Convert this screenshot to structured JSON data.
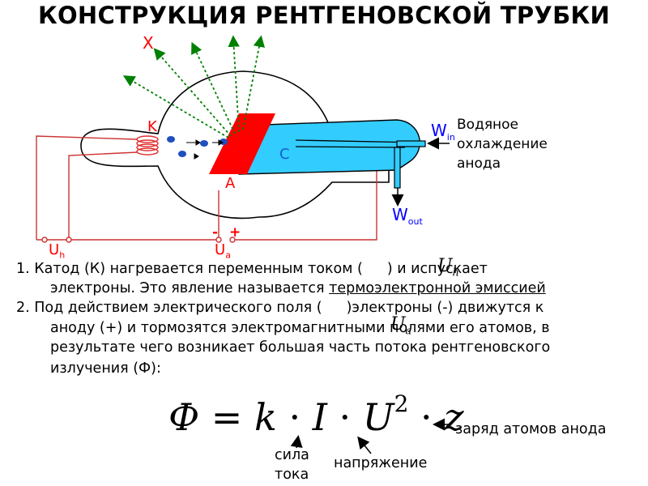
{
  "title": "КОНСТРУКЦИЯ РЕНТГЕНОВСКОЙ ТРУБКИ",
  "diagram": {
    "label_x": "X",
    "label_k": "K",
    "label_a": "A",
    "label_c": "C",
    "label_w_in": "W",
    "label_w_in_sub": "in",
    "label_w_out": "W",
    "label_w_out_sub": "out",
    "label_uh": "U",
    "label_uh_sub": "h",
    "label_ua": "U",
    "label_ua_sub": "a",
    "label_minus": "-",
    "label_plus": "+",
    "cooling_label_line1": "Водяное",
    "cooling_label_line2": "охлаждение",
    "cooling_label_line3": "анода",
    "colors": {
      "anode": "#ff0000",
      "cooling_body": "#33ccff",
      "ray": "#008000",
      "wire": "#cc3333",
      "labels": "#ff0000",
      "w_labels": "#0000ff",
      "electrons": "#1f4fbf"
    }
  },
  "text": {
    "p1_line1_a": "1. Катод (К) нагревается переменным током (",
    "p1_var": "U",
    "p1_var_sub": "h",
    "p1_line1_b": ") и испускает",
    "p1_line2_a": "электроны. Это явление называется ",
    "p1_line2_u": "термоэлектронной эмиссией",
    "p2_line1_a": "2. Под действием электрического поля (",
    "p2_var": "U",
    "p2_var_sub": "a",
    "p2_line1_b": ")электроны (-) движутся к",
    "p2_line2": "аноду (+) и тормозятся электромагнитными полями его атомов, в",
    "p2_line3": "результате чего возникает большая часть потока рентгеновского",
    "p2_line4": "излучения  (Ф):"
  },
  "formula": {
    "phi": "Ф",
    "eq": " = ",
    "k": "k",
    "I": "I",
    "U": "U",
    "exp": "2",
    "z": "z",
    "dot": " · "
  },
  "annotations": {
    "z_label": "заряд атомов анода",
    "i_label_line1": "сила",
    "i_label_line2": "тока",
    "u_label": "напряжение"
  }
}
